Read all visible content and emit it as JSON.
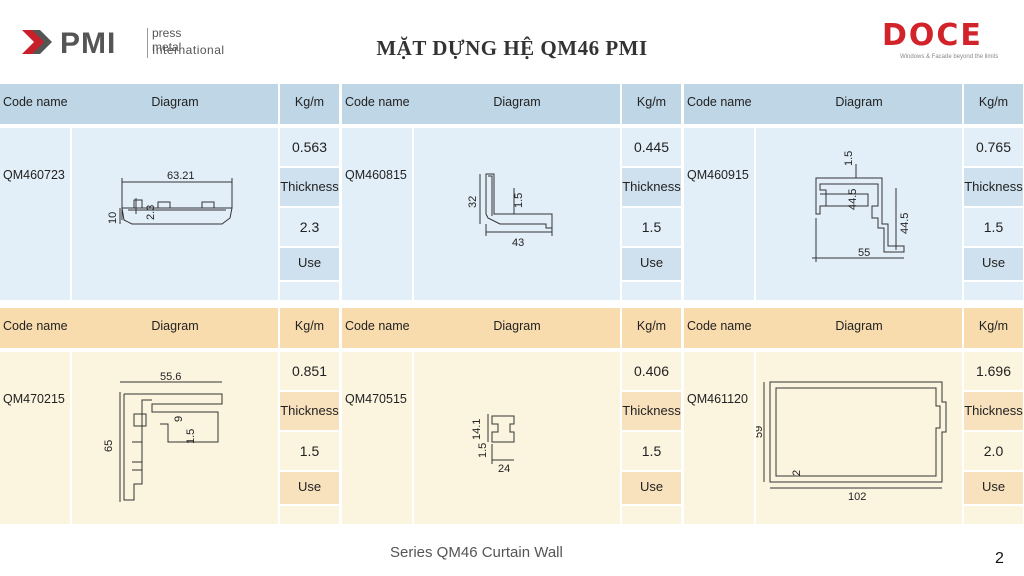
{
  "header": {
    "pmi_word": "PMI",
    "pmi_line1": "press metal",
    "pmi_line2": "International",
    "title": "MẶT DỰNG HỆ QM46 PMI",
    "doce_word": "DOCE",
    "doce_tagline": "Windows & Facade beyond the limits",
    "brand_color": "#d2232a"
  },
  "columns": {
    "code": "Code name",
    "diagram": "Diagram",
    "weight": "Kg/m",
    "thickness": "Thickness",
    "use": "Use"
  },
  "profiles": [
    {
      "code": "QM460723",
      "weight": "0.563",
      "thickness": "2.3",
      "dims": [
        "63.21",
        "2.3",
        "10"
      ],
      "theme": "blue"
    },
    {
      "code": "QM460815",
      "weight": "0.445",
      "thickness": "1.5",
      "dims": [
        "32",
        "1.5",
        "43"
      ],
      "theme": "blue"
    },
    {
      "code": "QM460915",
      "weight": "0.765",
      "thickness": "1.5",
      "dims": [
        "1.5",
        "44.5",
        "55"
      ],
      "theme": "blue"
    },
    {
      "code": "QM470215",
      "weight": "0.851",
      "thickness": "1.5",
      "dims": [
        "55.6",
        "9",
        "1.5",
        "65"
      ],
      "theme": "orange"
    },
    {
      "code": "QM470515",
      "weight": "0.406",
      "thickness": "1.5",
      "dims": [
        "14.1",
        "1.5",
        "24"
      ],
      "theme": "orange"
    },
    {
      "code": "QM461120",
      "weight": "1.696",
      "thickness": "2.0",
      "dims": [
        "59",
        "2",
        "102"
      ],
      "theme": "orange"
    }
  ],
  "footer": {
    "series": "Series QM46 Curtain Wall",
    "page": "2"
  },
  "colors": {
    "blue_header": "#bfd6e6",
    "blue_body": "#e3eff8",
    "orange_header": "#f8dcae",
    "orange_body": "#fbf4df"
  }
}
